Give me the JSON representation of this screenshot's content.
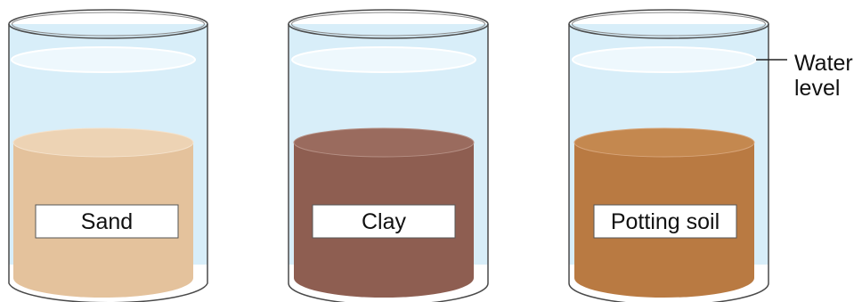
{
  "colors": {
    "water": "#d8eef9",
    "water_rim": "#eef8fd",
    "glass_outline": "#4a4a4a",
    "sand": "#e4c29c",
    "sand_top": "#edd3b4",
    "clay": "#8e5e51",
    "clay_top": "#9a6b5e",
    "potting_soil": "#b97a42",
    "potting_soil_top": "#c4884f"
  },
  "beakers": [
    {
      "label": "Sand",
      "material": "sand"
    },
    {
      "label": "Clay",
      "material": "clay"
    },
    {
      "label": "Potting soil",
      "material": "potting_soil"
    }
  ],
  "callout": {
    "line1": "Water",
    "line2": "level"
  }
}
